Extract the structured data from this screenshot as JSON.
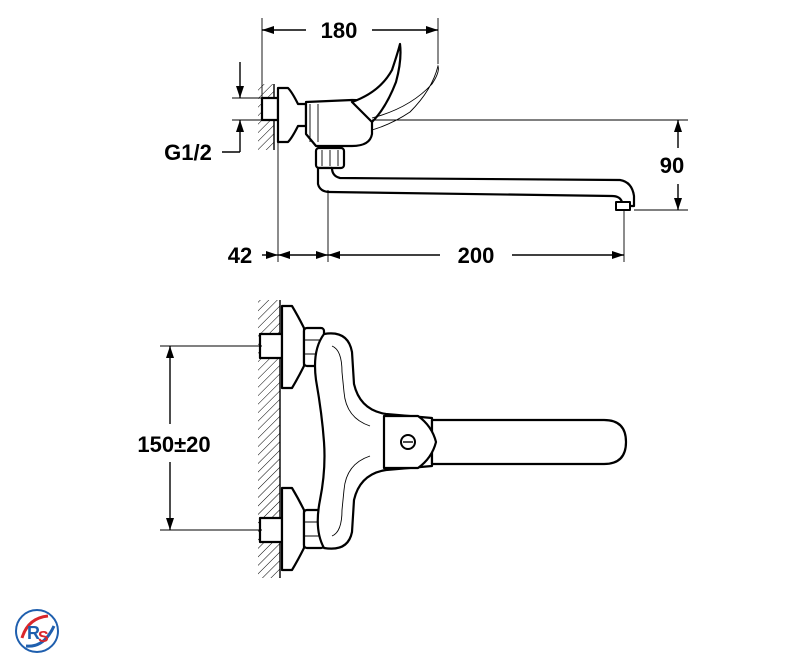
{
  "dimensions": {
    "width_total": "180",
    "thread": "G1/2",
    "height_spout": "90",
    "wall_offset": "42",
    "spout_reach": "200",
    "center_distance": "150±20"
  },
  "logo": {
    "lettering": "RS",
    "colors": [
      "#d9262b",
      "#1f5fae"
    ]
  },
  "colors": {
    "line": "#000000",
    "background": "#ffffff"
  }
}
